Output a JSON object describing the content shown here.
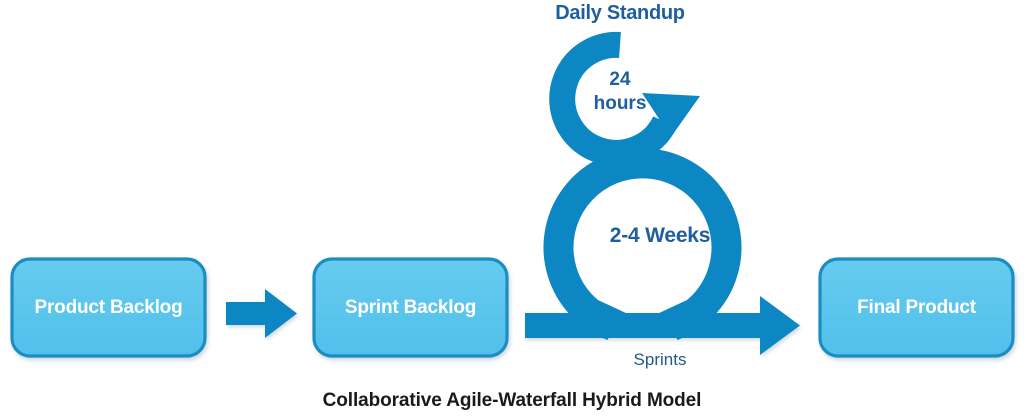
{
  "title": "Collaborative Agile-Waterfall Hybrid Model",
  "colors": {
    "box_fill": "#55c3ec",
    "box_fill_top": "#63c9ee",
    "box_border": "#1b8dc0",
    "arrow_blue": "#0b87c4",
    "ring_blue": "#0d87c3",
    "label_navy": "#1f5fa0",
    "sprints_navy": "#23578f",
    "title_black": "#1a1a1a",
    "background": "#ffffff"
  },
  "stages": [
    {
      "id": "product-backlog",
      "label": "Product Backlog"
    },
    {
      "id": "sprint-backlog",
      "label": "Sprint Backlog"
    },
    {
      "id": "final-product",
      "label": "Final Product"
    }
  ],
  "cycles": {
    "daily_standup": {
      "caption": "Daily Standup",
      "duration_line1": "24",
      "duration_line2": "hours"
    },
    "sprint": {
      "duration": "2-4 Weeks",
      "caption": "Sprints"
    }
  },
  "connectors": [
    {
      "id": "backlog-to-sprint-arrow",
      "from": "product-backlog",
      "to": "sprint-backlog",
      "style": "block-arrow-right"
    },
    {
      "id": "sprints-to-product-arrow",
      "from": "sprint-backlog",
      "to": "final-product",
      "style": "long-arrow-right",
      "label": "Sprints"
    }
  ]
}
